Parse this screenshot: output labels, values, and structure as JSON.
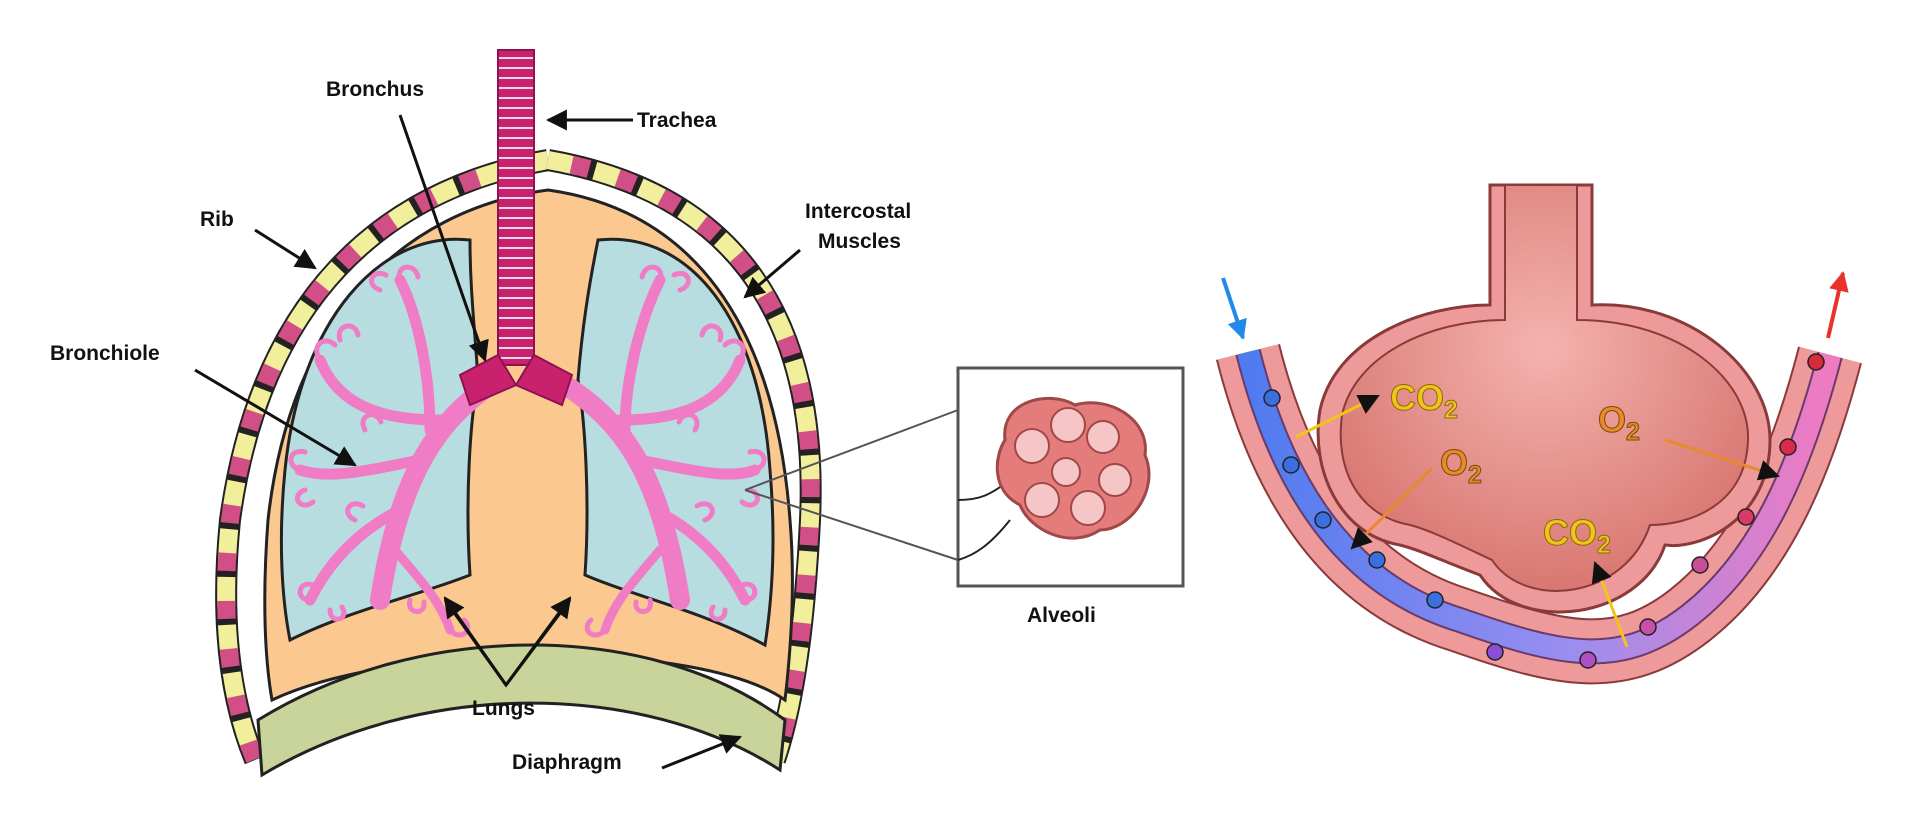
{
  "labels": {
    "trachea": "Trachea",
    "bronchus": "Bronchus",
    "rib": "Rib",
    "intercostal_line1": "Intercostal",
    "intercostal_line2": "Muscles",
    "bronchiole": "Bronchiole",
    "lungs": "Lungs",
    "diaphragm": "Diaphragm",
    "alveoli": "Alveoli"
  },
  "gases": {
    "co2_top": {
      "base": "CO",
      "sub": "2"
    },
    "o2_center": {
      "base": "O",
      "sub": "2"
    },
    "o2_right": {
      "base": "O",
      "sub": "2"
    },
    "co2_bottom": {
      "base": "CO",
      "sub": "2"
    }
  },
  "colors": {
    "ink": "#111111",
    "trachea": "#c8226e",
    "lung_fill": "#b7dde0",
    "bronchi_pink": "#f07cc5",
    "pleura_orange": "#fbc98f",
    "diaphragm_green": "#c9d49a",
    "rib_pink": "#d14f86",
    "rib_yellow": "#f2ef9c",
    "alveolus_wall": "#e7a9a4",
    "alveolus_interior": "#e78a86",
    "deoxygenated_blood": "#6b8ef0",
    "oxygenated_blood": "#d984d8",
    "co2_label": "#f0c419",
    "o2_label": "#e88a2a",
    "arrow_in": "#1f8ae8",
    "arrow_out": "#e8322a"
  }
}
